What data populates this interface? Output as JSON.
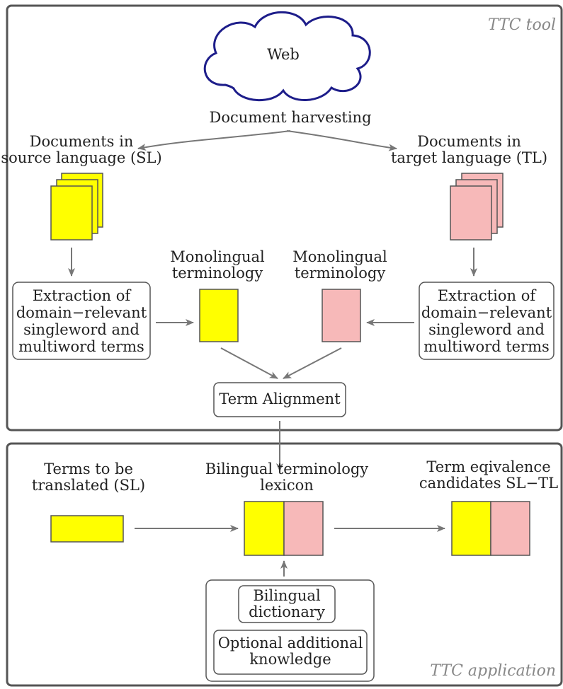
{
  "panels": {
    "tool_label": "TTC tool",
    "application_label": "TTC application"
  },
  "web": {
    "label": "Web"
  },
  "harvesting": {
    "label": "Document harvesting"
  },
  "source_docs": {
    "line1": "Documents in",
    "line2": "source language (SL)"
  },
  "target_docs": {
    "line1": "Documents in",
    "line2": "target language (TL)"
  },
  "mono_sl": {
    "line1": "Monolingual",
    "line2": "terminology"
  },
  "mono_tl": {
    "line1": "Monolingual",
    "line2": "terminology"
  },
  "extraction_sl": {
    "line1": "Extraction of",
    "line2": "domain−relevant",
    "line3": "singleword and",
    "line4": "multiword terms"
  },
  "extraction_tl": {
    "line1": "Extraction of",
    "line2": "domain−relevant",
    "line3": "singleword and",
    "line4": "multiword terms"
  },
  "alignment": {
    "label": "Term Alignment"
  },
  "terms_input": {
    "line1": "Terms to be",
    "line2": "translated (SL)"
  },
  "lexicon": {
    "line1": "Bilingual terminology",
    "line2": "lexicon"
  },
  "candidates": {
    "line1": "Term eqivalence",
    "line2": "candidates SL−TL"
  },
  "dictionary": {
    "line1": "Bilingual",
    "line2": "dictionary"
  },
  "knowledge": {
    "line1": "Optional additional",
    "line2": "knowledge"
  },
  "colors": {
    "sl": "#ffff00",
    "tl": "#f7b9b9",
    "border": "#555555",
    "arrow": "#777777"
  }
}
